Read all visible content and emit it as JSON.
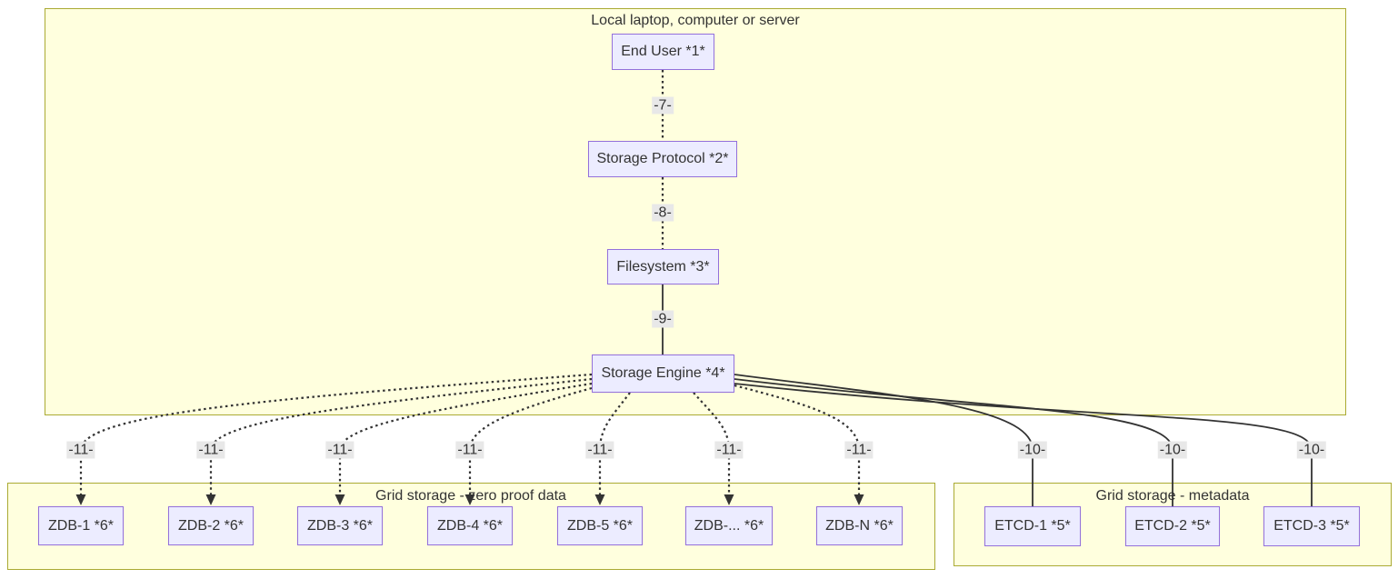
{
  "colors": {
    "node_fill": "#ECECFF",
    "node_border": "#9370DB",
    "container_fill": "#FFFFDE",
    "container_border": "#AAAA33",
    "edge_stroke": "#333333",
    "label_bg": "#E8E8E8",
    "text": "#333333",
    "background": "#FFFFFF"
  },
  "diagram": {
    "local": {
      "title": "Local laptop, computer or server",
      "nodes": [
        {
          "label": "End User *1*"
        },
        {
          "label": "Storage Protocol *2*"
        },
        {
          "label": "Filesystem *3*"
        },
        {
          "label": "Storage Engine *4*"
        }
      ]
    },
    "zdb": {
      "title": "Grid storage - zero proof data",
      "nodes": [
        {
          "label": "ZDB-1 *6*"
        },
        {
          "label": "ZDB-2 *6*"
        },
        {
          "label": "ZDB-3 *6*"
        },
        {
          "label": "ZDB-4 *6*"
        },
        {
          "label": "ZDB-5 *6*"
        },
        {
          "label": "ZDB-... *6*"
        },
        {
          "label": "ZDB-N *6*"
        }
      ]
    },
    "etcd": {
      "title": "Grid storage - metadata",
      "nodes": [
        {
          "label": "ETCD-1 *5*"
        },
        {
          "label": "ETCD-2 *5*"
        },
        {
          "label": "ETCD-3 *5*"
        }
      ]
    },
    "edges": [
      {
        "label": "-7-",
        "from": "End User *1*",
        "to": "Storage Protocol *2*",
        "style": "dotted"
      },
      {
        "label": "-8-",
        "from": "Storage Protocol *2*",
        "to": "Filesystem *3*",
        "style": "dotted"
      },
      {
        "label": "-9-",
        "from": "Filesystem *3*",
        "to": "Storage Engine *4*",
        "style": "solid"
      },
      {
        "label": "-11-",
        "from": "Storage Engine *4*",
        "to": "ZDB-1 *6*",
        "style": "dotted-arrow"
      },
      {
        "label": "-11-",
        "from": "Storage Engine *4*",
        "to": "ZDB-2 *6*",
        "style": "dotted-arrow"
      },
      {
        "label": "-11-",
        "from": "Storage Engine *4*",
        "to": "ZDB-3 *6*",
        "style": "dotted-arrow"
      },
      {
        "label": "-11-",
        "from": "Storage Engine *4*",
        "to": "ZDB-4 *6*",
        "style": "dotted-arrow"
      },
      {
        "label": "-11-",
        "from": "Storage Engine *4*",
        "to": "ZDB-5 *6*",
        "style": "dotted-arrow"
      },
      {
        "label": "-11-",
        "from": "Storage Engine *4*",
        "to": "ZDB-... *6*",
        "style": "dotted-arrow"
      },
      {
        "label": "-11-",
        "from": "Storage Engine *4*",
        "to": "ZDB-N *6*",
        "style": "dotted-arrow"
      },
      {
        "label": "-10-",
        "from": "Storage Engine *4*",
        "to": "ETCD-1 *5*",
        "style": "solid"
      },
      {
        "label": "-10-",
        "from": "Storage Engine *4*",
        "to": "ETCD-2 *5*",
        "style": "solid"
      },
      {
        "label": "-10-",
        "from": "Storage Engine *4*",
        "to": "ETCD-3 *5*",
        "style": "solid"
      }
    ]
  }
}
